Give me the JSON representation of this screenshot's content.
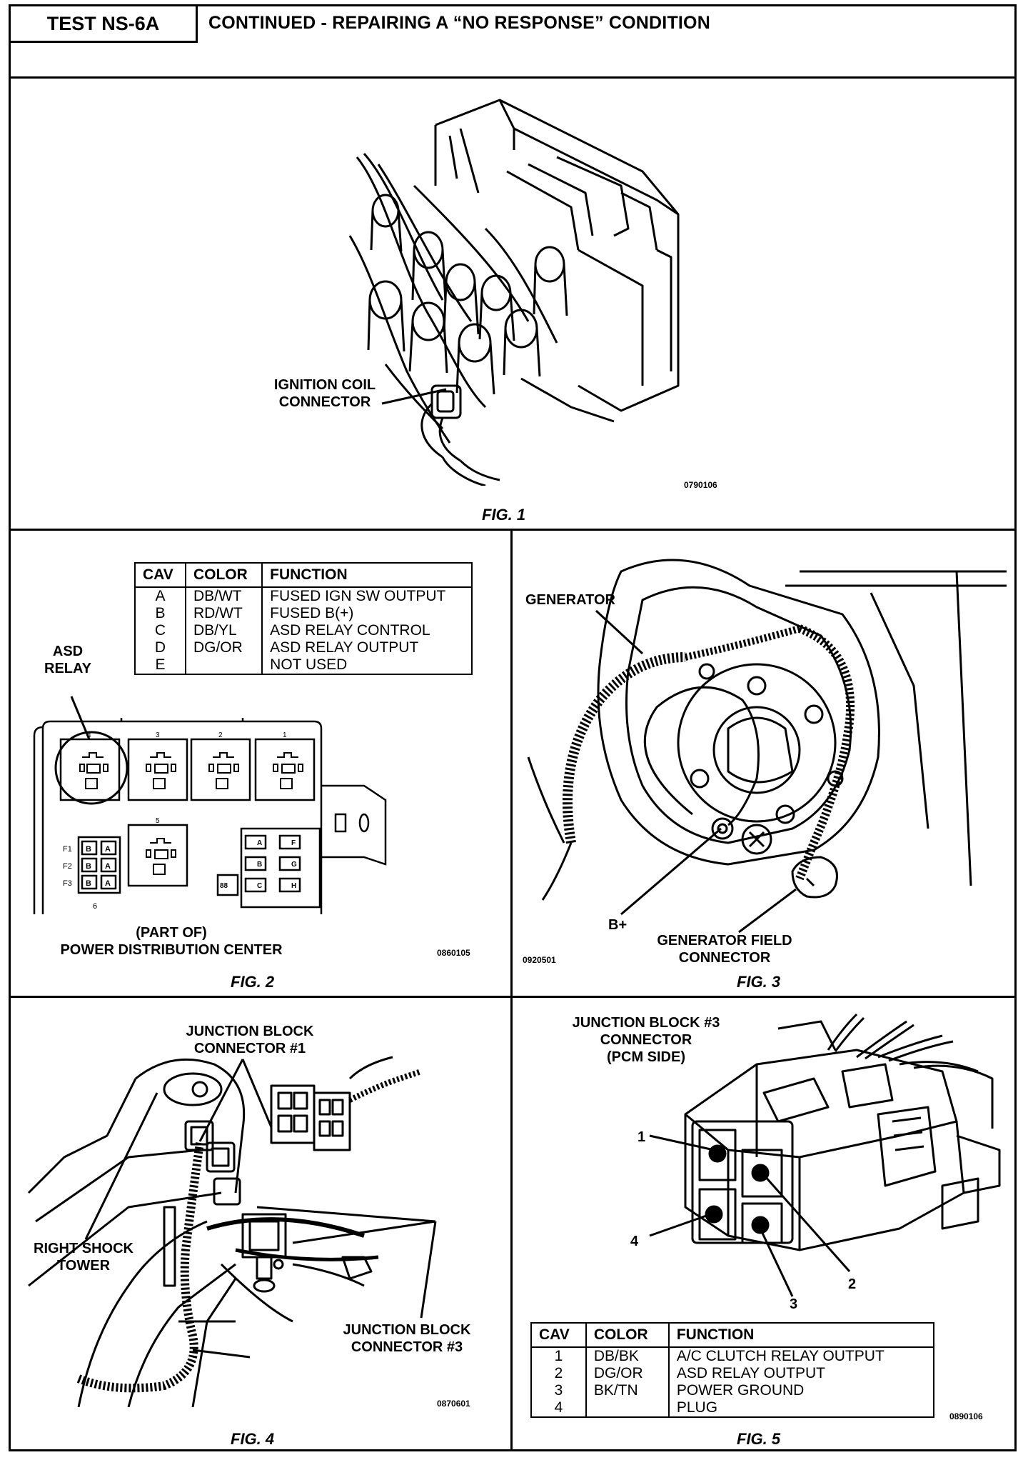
{
  "header": {
    "test_id": "TEST NS-6A",
    "title": "CONTINUED - REPAIRING A “NO RESPONSE” CONDITION"
  },
  "fig1": {
    "label_line1": "IGNITION COIL",
    "label_line2": "CONNECTOR",
    "code": "0790106",
    "caption": "FIG. 1"
  },
  "fig2": {
    "table": {
      "headers": [
        "CAV",
        "COLOR",
        "FUNCTION"
      ],
      "rows": [
        [
          "A",
          "DB/WT",
          "FUSED IGN SW OUTPUT"
        ],
        [
          "B",
          "RD/WT",
          "FUSED B(+)"
        ],
        [
          "C",
          "DB/YL",
          "ASD RELAY CONTROL"
        ],
        [
          "D",
          "DG/OR",
          "ASD RELAY OUTPUT"
        ],
        [
          "E",
          "",
          "NOT USED"
        ]
      ]
    },
    "relay_label_line1": "ASD",
    "relay_label_line2": "RELAY",
    "pdc_label_line1": "(PART OF)",
    "pdc_label_line2": "POWER DISTRIBUTION CENTER",
    "code": "0860105",
    "caption": "FIG. 2"
  },
  "fig3": {
    "generator_label": "GENERATOR",
    "bplus_label": "B+",
    "field_label_line1": "GENERATOR FIELD",
    "field_label_line2": "CONNECTOR",
    "code": "0920501",
    "caption": "FIG. 3"
  },
  "fig4": {
    "jb1_line1": "JUNCTION BLOCK",
    "jb1_line2": "CONNECTOR #1",
    "shock_line1": "RIGHT SHOCK",
    "shock_line2": "TOWER",
    "jb3_line1": "JUNCTION BLOCK",
    "jb3_line2": "CONNECTOR #3",
    "code": "0870601",
    "caption": "FIG. 4"
  },
  "fig5": {
    "title_line1": "JUNCTION BLOCK #3",
    "title_line2": "CONNECTOR",
    "title_line3": "(PCM SIDE)",
    "cavity_labels": [
      "1",
      "2",
      "3",
      "4"
    ],
    "table": {
      "headers": [
        "CAV",
        "COLOR",
        "FUNCTION"
      ],
      "rows": [
        [
          "1",
          "DB/BK",
          "A/C CLUTCH RELAY OUTPUT"
        ],
        [
          "2",
          "DG/OR",
          "ASD RELAY OUTPUT"
        ],
        [
          "3",
          "BK/TN",
          "POWER GROUND"
        ],
        [
          "4",
          "",
          "PLUG"
        ]
      ]
    },
    "code": "0890106",
    "caption": "FIG. 5"
  }
}
